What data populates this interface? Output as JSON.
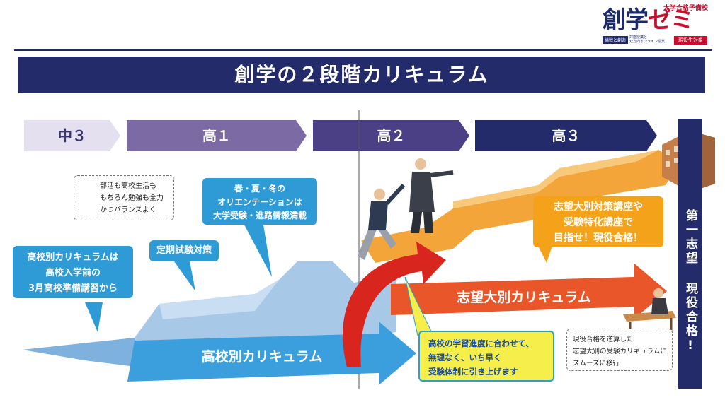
{
  "logo": {
    "main_a": "創学",
    "main_b": "ゼミ",
    "tagline": "大学合格予備校",
    "badge_left": "挑戦と創造",
    "badge_mid": "対面授業と\n双方向オンライン授業",
    "badge_right": "現役生対象"
  },
  "title": "創学の２段階カリキュラム",
  "grades": [
    {
      "label": "中３"
    },
    {
      "label": "高１"
    },
    {
      "label": "高２"
    },
    {
      "label": "高３"
    }
  ],
  "final_goal": "第一志望 現役合格!",
  "callouts": {
    "prep_course": "高校別カリキュラムは\n高校入学前の\n3月高校準備講習から",
    "exam_prep": "定期試験対策",
    "orientation": "春・夏・冬の\nオリエンテーションは\n大学受験・進路情報満載",
    "club_note": "部活も高校生活も\nもちろん勉強も全力\nかつバランスよく",
    "shift_note": "高校の学習進度に合わせて、\n無理なく、いち早く\n受験体制に引き上げます",
    "special_course": "志望大別対策講座や\n受験特化講座で\n目指せ！現役合格！",
    "reverse_note": "現役合格を逆算した\n志望大別の受験カリキュラムに\nスムーズに移行"
  },
  "arrows": {
    "school_curriculum": "高校別カリキュラム",
    "target_curriculum": "志望大別カリキュラム"
  },
  "colors": {
    "navy": "#232b6b",
    "blue": "#2e9ad6",
    "orange": "#f39a1e",
    "red_orange": "#e8562a",
    "red": "#c8102e",
    "yellow": "#f6ee4a"
  }
}
